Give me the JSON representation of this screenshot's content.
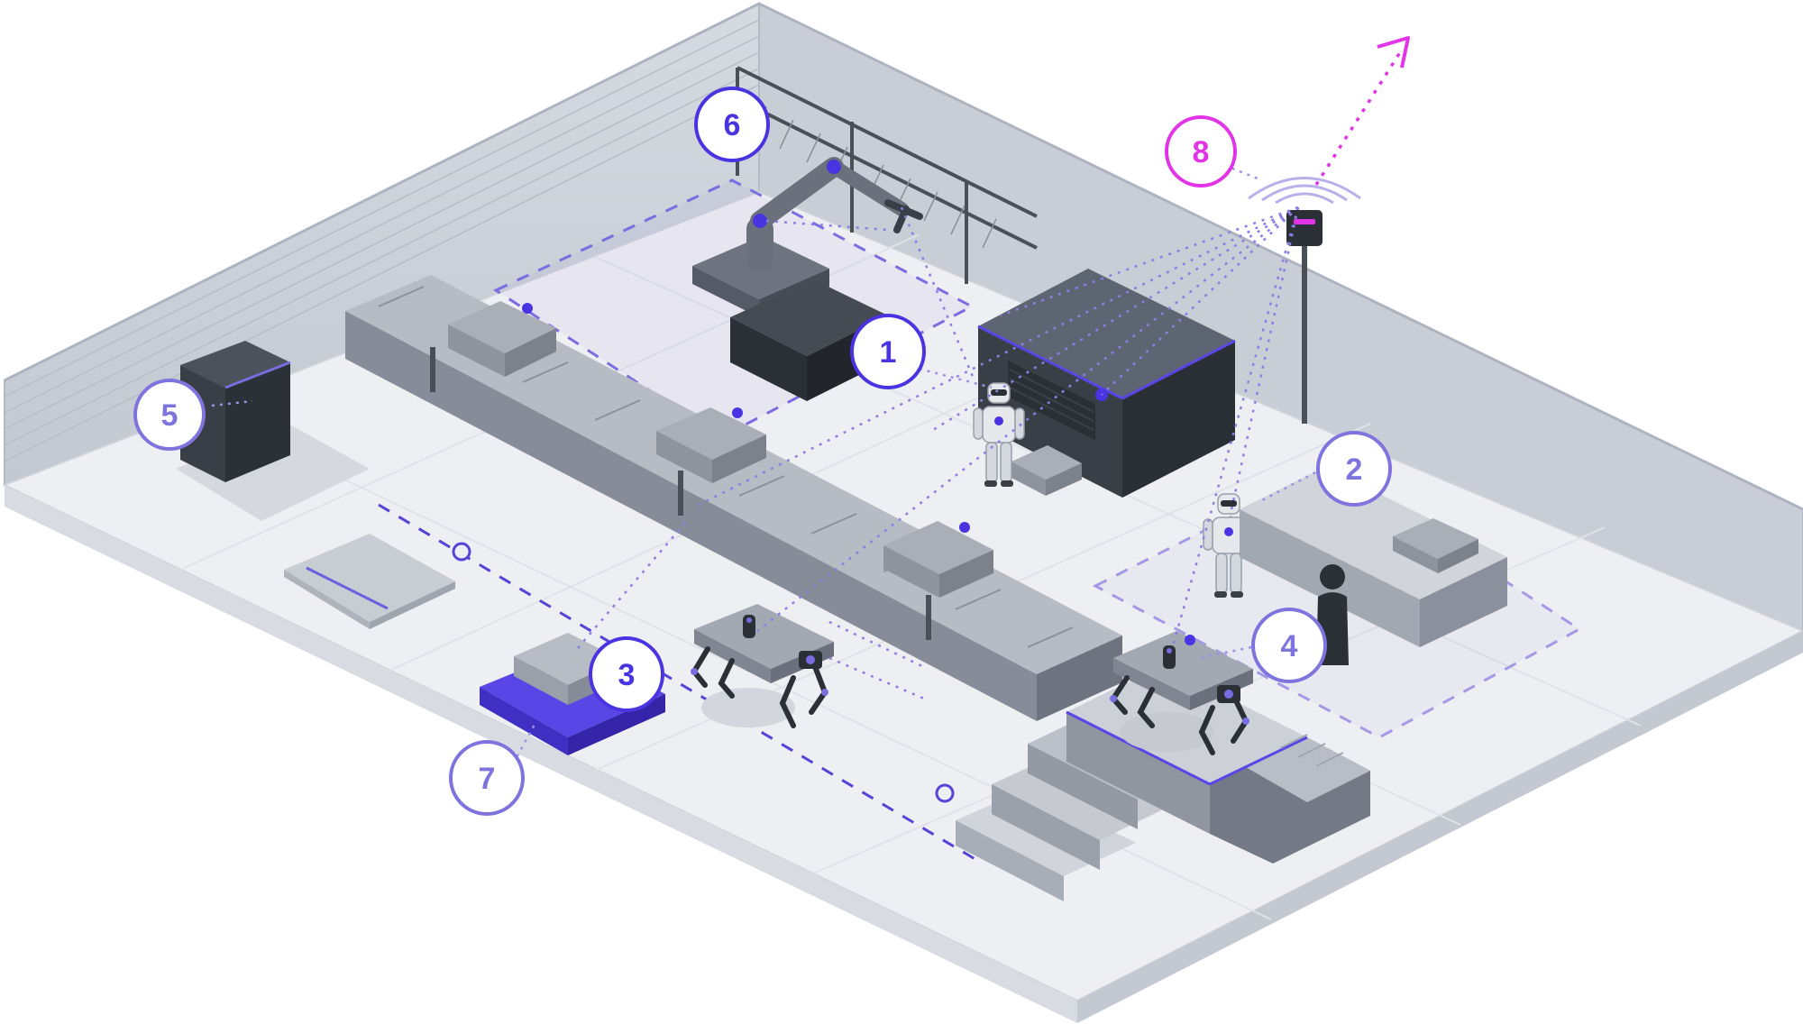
{
  "markers": [
    {
      "id": "1",
      "label": "1",
      "style": "primary"
    },
    {
      "id": "2",
      "label": "2",
      "style": "light"
    },
    {
      "id": "3",
      "label": "3",
      "style": "primary"
    },
    {
      "id": "4",
      "label": "4",
      "style": "light"
    },
    {
      "id": "5",
      "label": "5",
      "style": "light"
    },
    {
      "id": "6",
      "label": "6",
      "style": "primary"
    },
    {
      "id": "7",
      "label": "7",
      "style": "light"
    },
    {
      "id": "8",
      "label": "8",
      "style": "accent"
    }
  ],
  "colors": {
    "primary": "#4a33e0",
    "light": "#7f74dd",
    "accent": "#e234e6",
    "floor": "#eeeff2",
    "wall": "#c5cad3",
    "machine_dark": "#2b2f36",
    "conveyor": "#7f8794"
  }
}
